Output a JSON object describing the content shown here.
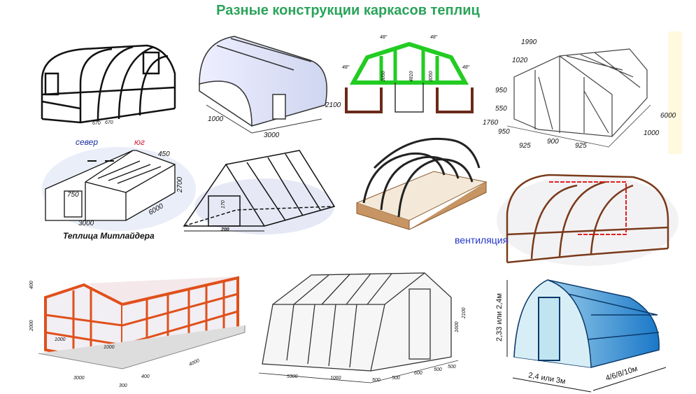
{
  "title": "Разные конструкции каркасов теплиц",
  "panels": {
    "arched_basic": {
      "dims": [
        "670",
        "670"
      ]
    },
    "arched_door": {
      "height": "2100",
      "width": "1000",
      "length": "3000"
    },
    "mansard": {
      "angles": [
        "48°",
        "48°",
        "48°",
        "48°"
      ],
      "heights": [
        "3050",
        "4810",
        "3050"
      ]
    },
    "gable_frame": {
      "dims": [
        "1990",
        "1020",
        "950",
        "550",
        "1760",
        "950",
        "925",
        "900",
        "925",
        "6000",
        "1000"
      ]
    },
    "mitlider": {
      "north": "север",
      "south": "юг",
      "roof_step": "450",
      "height": "2700",
      "door": "750",
      "width": "3000",
      "length": "6000",
      "caption": "Теплица Митлайдера"
    },
    "a_frame": {
      "width": "200",
      "height": "170"
    },
    "arched_bed": {},
    "ventilation": {
      "label": "вентиляция"
    },
    "orange_gable": {
      "dims": [
        "400",
        "2000",
        "1000",
        "1000",
        "3000",
        "4000",
        "300",
        "400"
      ]
    },
    "glass_gable": {
      "dims": [
        "5300",
        "1060",
        "500",
        "500",
        "600",
        "500",
        "500",
        "1600",
        "2100"
      ]
    },
    "polycarbonate": {
      "height": "2,33 или 2,4м",
      "width": "2,4 или 3м",
      "length": "4/6/8/10м"
    }
  }
}
